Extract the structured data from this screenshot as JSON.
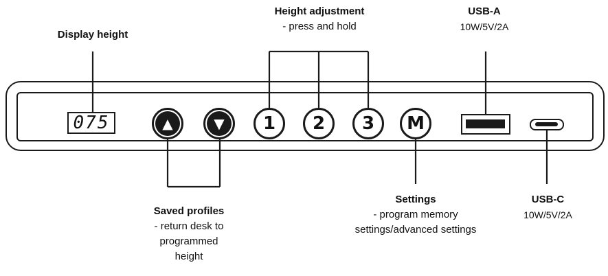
{
  "labels": {
    "display_height": "Display height",
    "height_adjustment_title": "Height adjustment",
    "height_adjustment_sub": "- press and hold",
    "usb_a_title": "USB-A",
    "usb_a_spec": "10W/5V/2A",
    "saved_profiles_title": "Saved profiles",
    "saved_profiles_line1": "- return desk to",
    "saved_profiles_line2": "programmed",
    "saved_profiles_line3": "height",
    "settings_title": "Settings",
    "settings_line1": "- program memory",
    "settings_line2": "settings/advanced settings",
    "usb_c_title": "USB-C",
    "usb_c_spec": "10W/5V/2A"
  },
  "panel": {
    "display_value": "075",
    "buttons": {
      "up": "▲",
      "down": "▼",
      "preset1": "1",
      "preset2": "2",
      "preset3": "3",
      "memory": "M"
    }
  },
  "icons": [
    "chevron-up-icon",
    "chevron-down-icon",
    "usb-a-port-icon",
    "usb-c-port-icon"
  ]
}
